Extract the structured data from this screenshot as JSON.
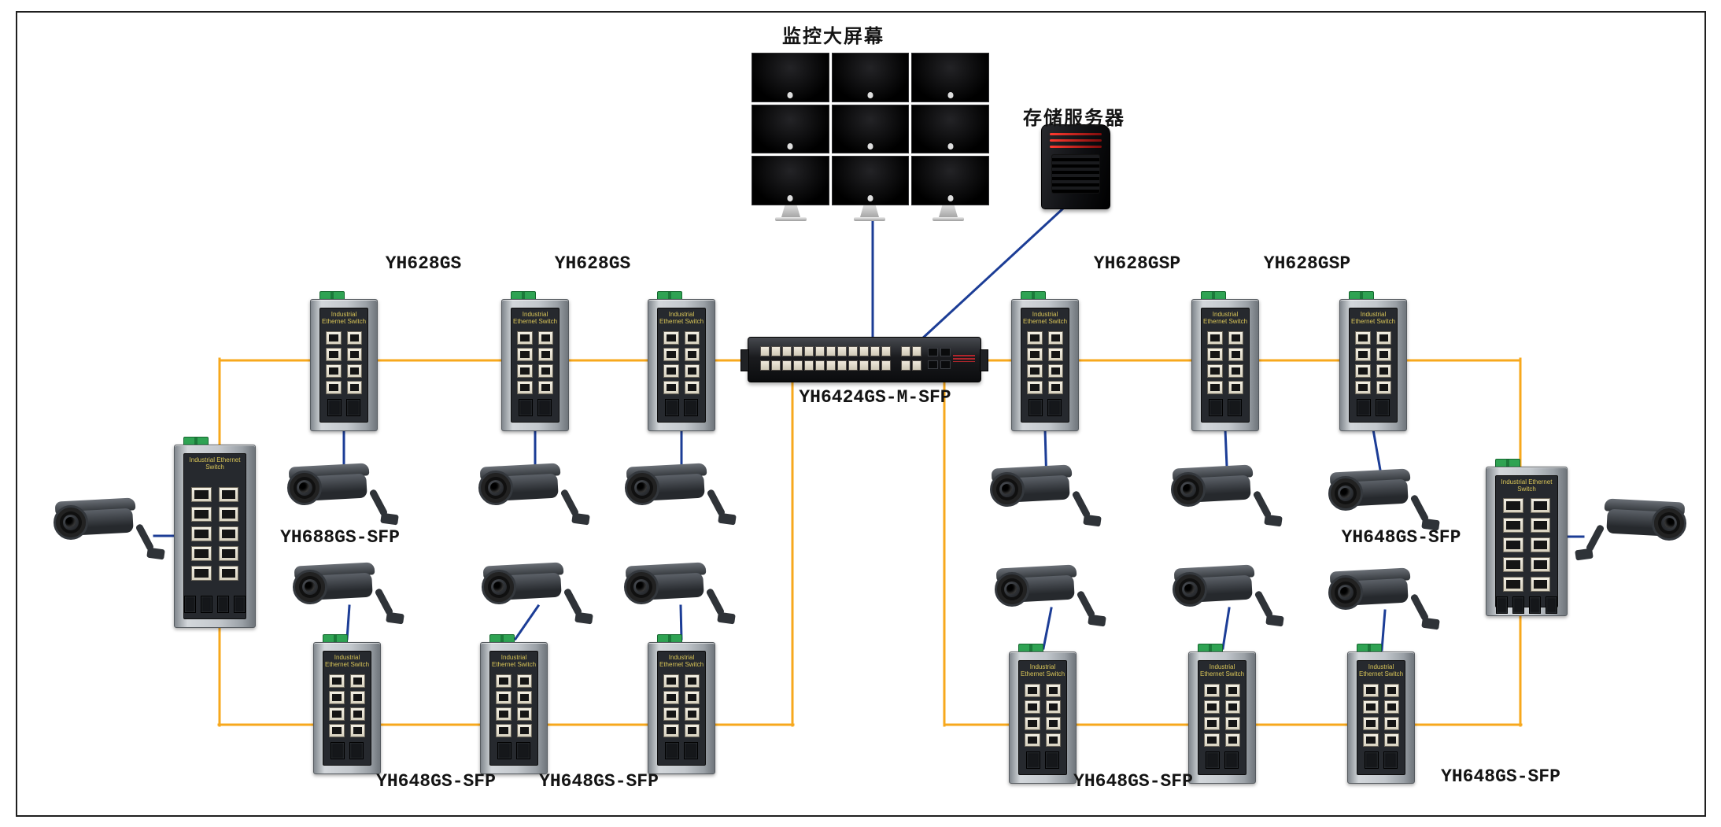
{
  "colors": {
    "line-orange": "#F7A81D",
    "line-blue": "#1C3D96",
    "page-bg": "#FFFFFF"
  },
  "labels": {
    "monitor_wall": "监控大屏幕",
    "storage_server": "存储服务器",
    "core_switch": "YH6424GS-M-SFP",
    "top_left_switch_1": "YH628GS",
    "top_left_switch_2": "YH628GS",
    "top_right_switch_1": "YH628GSP",
    "top_right_switch_2": "YH628GSP",
    "left_edge_switch": "YH688GS-SFP",
    "right_edge_switch": "YH648GS-SFP",
    "bottom_left_switch_1": "YH648GS-SFP",
    "bottom_left_switch_2": "YH648GS-SFP",
    "bottom_right_switch_1": "YH648GS-SFP",
    "bottom_right_switch_2": "YH648GS-SFP"
  },
  "device_text": {
    "industrial_switch_panel": "Industrial Ethernet Switch"
  },
  "icons": {
    "monitor_logo": "apple-logo"
  }
}
